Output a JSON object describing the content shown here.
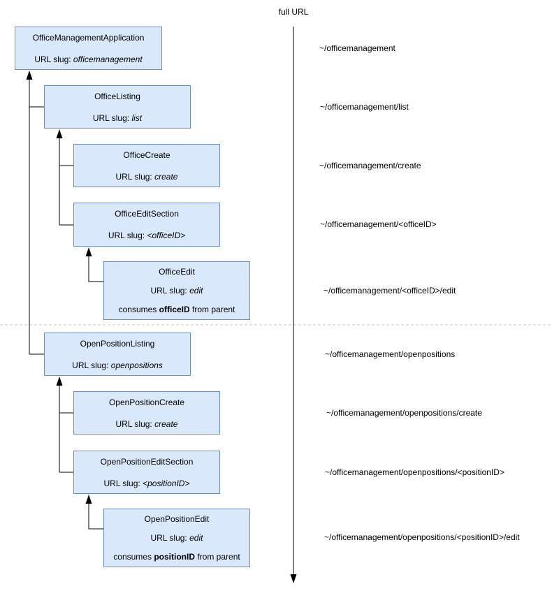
{
  "header": {
    "axis_label": "full URL"
  },
  "labels": {
    "url_slug_prefix": "URL slug:",
    "consumes_prefix": "consumes",
    "consumes_suffix": "from parent"
  },
  "colors": {
    "node_fill": "#dae8fc",
    "node_border": "#6c8ebf",
    "connector": "#000000",
    "divider": "#c9c9c9",
    "text": "#000000",
    "canvas": "#ffffff"
  },
  "nodes": [
    {
      "title": "OfficeManagementApplication",
      "slug": "officemanagement",
      "url": "~/officemanagement"
    },
    {
      "title": "OfficeListing",
      "slug": "list",
      "url": "~/officemanagement/list"
    },
    {
      "title": "OfficeCreate",
      "slug": "create",
      "url": "~/officemanagement/create"
    },
    {
      "title": "OfficeEditSection",
      "slug": "<officeID>",
      "url": "~/officemanagement/<officeID>"
    },
    {
      "title": "OfficeEdit",
      "slug": "edit",
      "consumes_param": "officeID",
      "url": "~/officemanagement/<officeID>/edit"
    },
    {
      "title": "OpenPositionListing",
      "slug": "openpositions",
      "url": "~/officemanagement/openpositions"
    },
    {
      "title": "OpenPositionCreate",
      "slug": "create",
      "url": "~/officemanagement/openpositions/create"
    },
    {
      "title": "OpenPositionEditSection",
      "slug": "<positionID>",
      "url": "~/officemanagement/openpositions/<positionID>"
    },
    {
      "title": "OpenPositionEdit",
      "slug": "edit",
      "consumes_param": "positionID",
      "url": "~/officemanagement/openpositions/<positionID>/edit"
    }
  ]
}
